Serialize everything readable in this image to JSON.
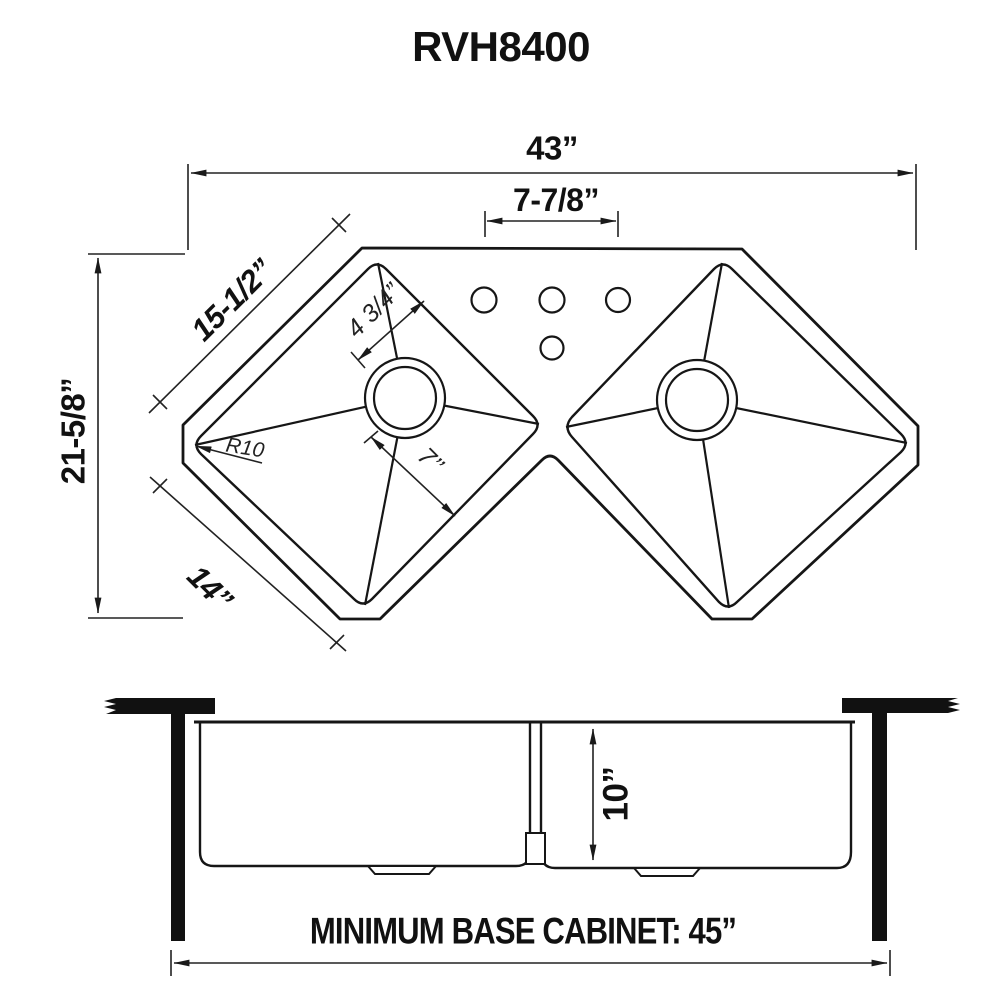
{
  "title": "RVH8400",
  "top_view": {
    "overall_width": "43”",
    "faucet_hole_span": "7-7/8”",
    "overall_depth": "21-5/8”",
    "left_upper_edge": "15-1/2”",
    "left_lower_edge": "14”",
    "hole_offset": "4 3/4”",
    "drain_offset": "7’’",
    "corner_radius": "R10"
  },
  "side_view": {
    "bowl_depth": "10”",
    "cabinet_note": "MINIMUM BASE CABINET: 45”"
  }
}
